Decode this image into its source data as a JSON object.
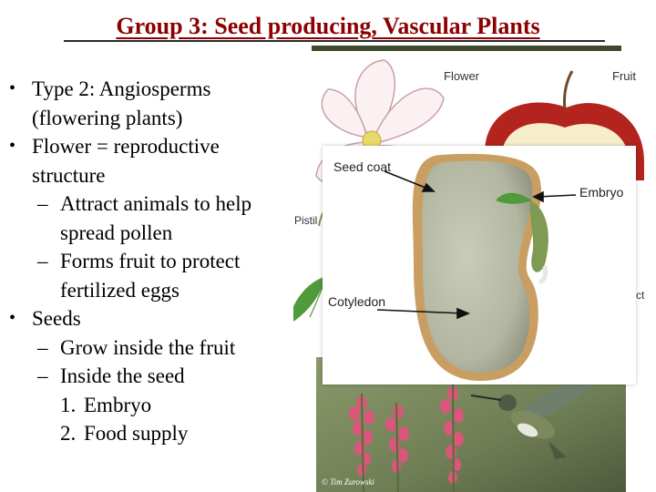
{
  "slide": {
    "title": "Group 3: Seed producing, Vascular Plants",
    "bullets": [
      {
        "level": 1,
        "marker": "•",
        "lines": [
          "Type 2: Angiosperms",
          "(flowering plants)"
        ]
      },
      {
        "level": 1,
        "marker": "•",
        "lines": [
          "Flower = reproductive",
          "structure"
        ]
      },
      {
        "level": 2,
        "marker": "–",
        "lines": [
          "Attract animals to help",
          "spread pollen"
        ]
      },
      {
        "level": 2,
        "marker": "–",
        "lines": [
          "Forms fruit to protect",
          "fertilized eggs"
        ]
      },
      {
        "level": 1,
        "marker": "•",
        "lines": [
          "Seeds"
        ]
      },
      {
        "level": 2,
        "marker": "–",
        "lines": [
          "Grow inside the fruit"
        ]
      },
      {
        "level": 2,
        "marker": "–",
        "lines": [
          "Inside the seed"
        ]
      },
      {
        "level": 3,
        "marker": "1.",
        "lines": [
          "Embryo"
        ]
      },
      {
        "level": 3,
        "marker": "2.",
        "lines": [
          "Food supply"
        ]
      }
    ]
  },
  "flower_diagram": {
    "labels": {
      "flower": "Flower",
      "fruit": "Fruit",
      "pistil": "Pistil",
      "fruit_cut": "ct"
    }
  },
  "seed_diagram": {
    "labels": {
      "seed_coat": "Seed coat",
      "embryo": "Embryo",
      "cotyledon": "Cotyledon"
    }
  },
  "photo": {
    "credit": "© Tim Zurowski"
  },
  "colors": {
    "title": "#8b0000",
    "text": "#000000",
    "seed_fill": "#b9bca6",
    "seed_rim": "#c99e63",
    "fruit_red": "#b3241e",
    "leaf_green": "#4f9a3a"
  }
}
